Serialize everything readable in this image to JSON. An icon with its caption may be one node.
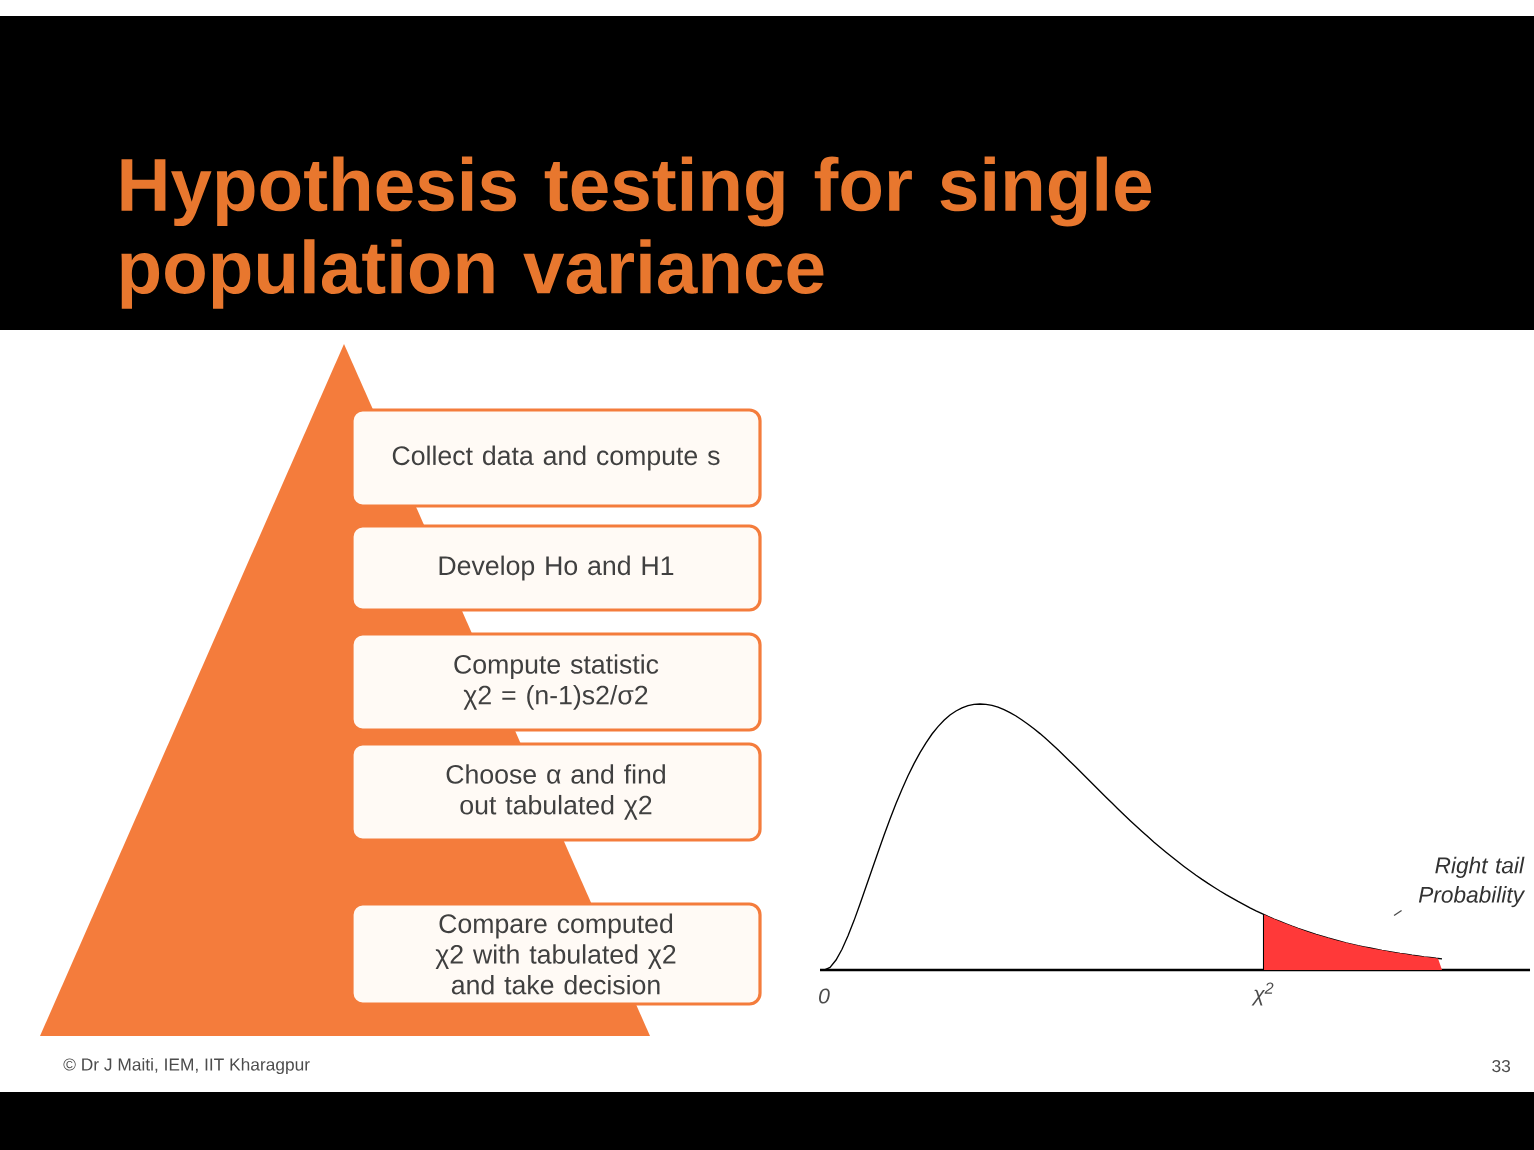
{
  "diagram": {
    "title": "Hypothesis testing for single population variance",
    "nodes": [
      {
        "text": [],
        "shape": "triangle"
      },
      {
        "text": [
          "Collect data and compute s"
        ]
      },
      {
        "text": [
          "Develop Ho and H1"
        ]
      },
      {
        "text": [
          "Compute statistic χ2 = (n-1)s2/σ2"
        ]
      },
      {
        "text": [
          "Choose α and find out tabulated χ2"
        ]
      },
      {
        "text": [
          "Compare computed χ2 with tabulated χ2 and take decision"
        ]
      },
      {
        "text": [
          "Right tail Probability"
        ]
      },
      {
        "text": [],
        "shape": "area"
      }
    ],
    "edges": [
      {
        "from": 6,
        "to": 7,
        "arrow": "none"
      }
    ],
    "labels": [
      "0",
      "χ$^{2}$",
      "© Dr J Maiti, IEM, IIT Kharagpur",
      "33"
    ]
  }
}
